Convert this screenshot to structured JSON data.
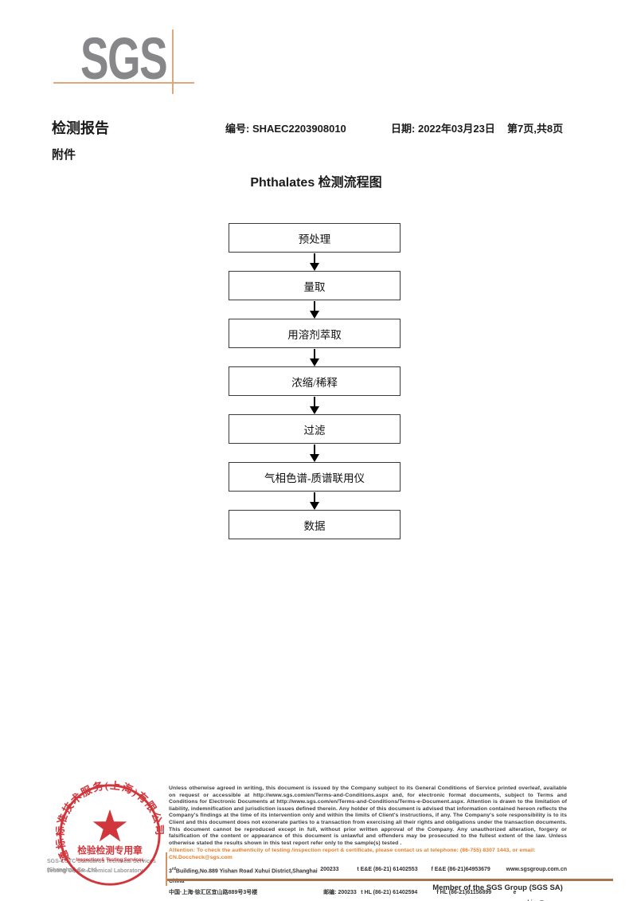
{
  "logo": {
    "text": "SGS"
  },
  "header": {
    "report_title": "检测报告",
    "no_label": "编号:",
    "no_value": "SHAEC2203908010",
    "date_label": "日期:",
    "date_value": "2022年03月23日",
    "page_info": "第7页,共8页",
    "attachment": "附件"
  },
  "flowchart": {
    "title": "Phthalates 检测流程图",
    "steps": [
      "预处理",
      "量取",
      "用溶剂萃取",
      "浓缩/稀释",
      "过滤",
      "气相色谱-质谱联用仪",
      "数据"
    ]
  },
  "footer": {
    "legal": "Unless otherwise agreed in writing, this document is issued by the Company subject to its General Conditions of Service printed overleaf, available on request or accessible at http://www.sgs.com/en/Terms-and-Conditions.aspx and, for electronic format documents, subject to Terms and Conditions for Electronic Documents at http://www.sgs.com/en/Terms-and-Conditions/Terms-e-Document.aspx. Attention is drawn to the limitation of liability, indemnification and jurisdiction issues defined therein. Any holder of this document is advised that information contained hereon reflects the Company's findings at the time of its intervention only and within the limits of Client's instructions, if any. The Company's sole responsibility is to its Client and this document does not exonerate parties to a transaction from exercising all their rights and obligations under the transaction documents. This document cannot be reproduced except in full, without prior written approval of the Company. Any unauthorized alteration, forgery or falsification of the content or appearance of this document is unlawful and offenders may be prosecuted to the fullest extent of the law. Unless otherwise stated the results shown in this test report refer only to the sample(s) tested .",
    "attention": "Attention: To check the authenticity of testing /inspection report & certificate, please contact us at telephone: (86-755) 8307 1443, or email: CN.Doccheck@sgs.com",
    "stamp": {
      "ring_text": "通标标准技术服务(上海)有限公司",
      "inner_cn": "检验检测专用章",
      "inner_en": "Inspection & Testing Services",
      "company_line1": "SGS-CSTC Standards Technical Services (Shanghai) Co.,Ltd.",
      "company_line2": "Testing Center-Chemical Laboratory"
    },
    "address": {
      "row1": {
        "num": "3",
        "sup": "rd",
        "rest": "Building,No.889 Yishan Road Xuhui District,Shanghai China",
        "postal": "200233",
        "tel": "t E&E (86-21) 61402553",
        "fax": "f E&E (86-21)64953679",
        "web": "www.sgsgroup.com.cn"
      },
      "row2": {
        "addr": "中国·上海·徐汇区宜山路889号3号楼",
        "postal": "邮编: 200233",
        "tel": "t HL (86-21) 61402594",
        "fax": "f HL (86-21)61156899",
        "email": "e  sgs.china@sgs.com"
      }
    },
    "member": "Member of the SGS Group (SGS SA)"
  },
  "colors": {
    "logo_gray": "#87878a",
    "crosshair_tan": "#e0a77c",
    "stamp_red": "#cc2127",
    "attention_orange": "#e87c26",
    "bottom_line_brown": "#a9734e"
  }
}
